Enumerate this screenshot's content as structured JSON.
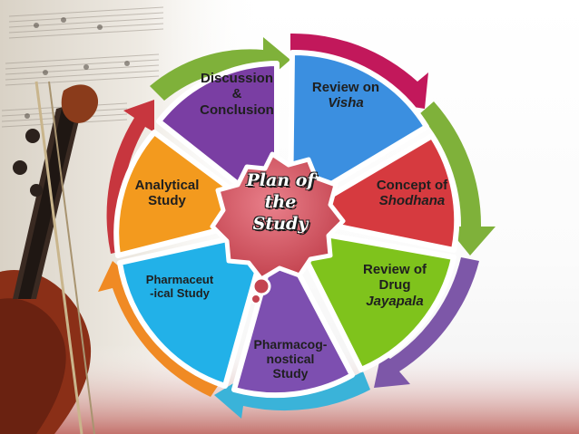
{
  "diagram": {
    "center": {
      "line1": "Plan of",
      "line2": "the",
      "line3": "Study"
    },
    "segments": {
      "discussion": {
        "line1": "Discussion",
        "line2": "&",
        "line3": "Conclusion",
        "color": "#7a3ea3"
      },
      "review_visha": {
        "line1": "Review on",
        "line2_italic": "Visha",
        "color": "#3b8fe0"
      },
      "concept": {
        "line1": "Concept of",
        "line2_italic": "Shodhana",
        "color": "#d63a3f"
      },
      "review_drug": {
        "line1": "Review of",
        "line2": "Drug",
        "line3_italic": "Jayapala",
        "color": "#7fc31c"
      },
      "pharmacog": {
        "line1": "Pharmacog-",
        "line2": "nostical",
        "line3": "Study",
        "color": "#7d4fb0"
      },
      "pharmaceut": {
        "line1": "Pharmaceut",
        "line2": "-ical Study",
        "color": "#22b1e8"
      },
      "analytical": {
        "line1": "Analytical",
        "line2": "Study",
        "color": "#f39a1e"
      }
    }
  }
}
